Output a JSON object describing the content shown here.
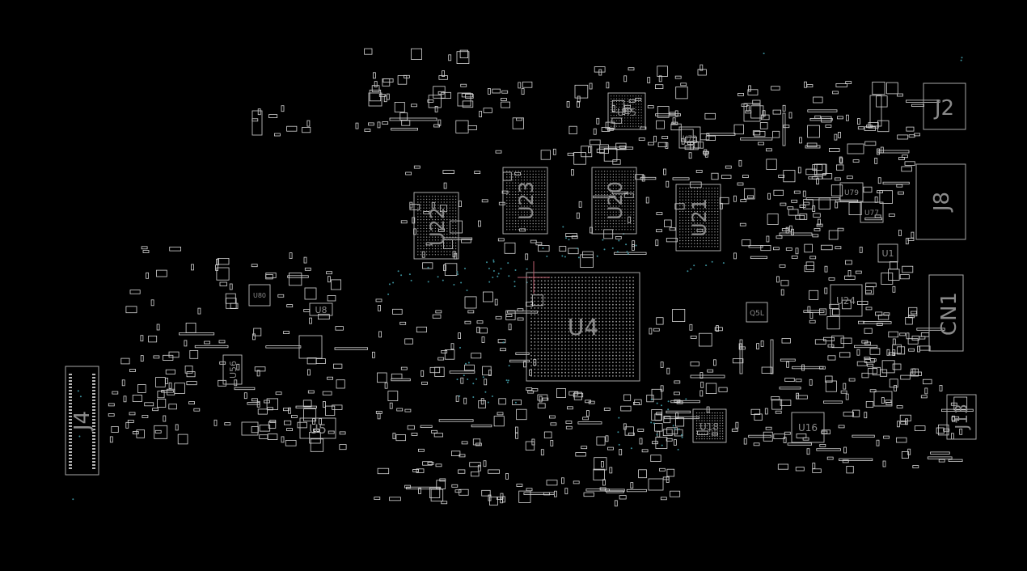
{
  "colors": {
    "background": "#000000",
    "outline": "#bdbdbd",
    "label": "#8a8a8a",
    "via": "#3b8f9a"
  },
  "labels": {
    "J2": "J2",
    "J8": "J8",
    "CN1": "CN1",
    "J4": "J4",
    "J13": "J13",
    "U4": "U4",
    "U22": "U22",
    "U23": "U23",
    "U20": "U20",
    "U21": "U21",
    "U45": "U45",
    "U78": "U78",
    "U8": "U8",
    "U5": "U5",
    "U56": "U56",
    "U80": "U80",
    "U24": "U24",
    "U16": "U16",
    "U18": "U18",
    "U1": "U1",
    "U79": "U79",
    "U77": "U77",
    "Q5L": "Q5L"
  }
}
